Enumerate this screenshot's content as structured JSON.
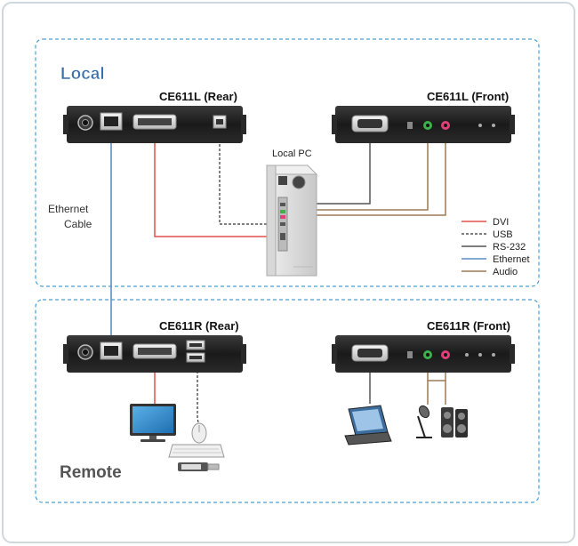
{
  "zones": {
    "local": "Local",
    "remote": "Remote"
  },
  "devices": {
    "local_rear": "CE611L (Rear)",
    "local_front": "CE611L (Front)",
    "remote_rear": "CE611R (Rear)",
    "remote_front": "CE611R (Front)",
    "local_pc": "Local PC"
  },
  "cable_label": {
    "line1": "Ethernet",
    "line2": "Cable"
  },
  "legend": [
    {
      "label": "DVI",
      "color": "#e0504a",
      "style": "solid"
    },
    {
      "label": "USB",
      "color": "#333333",
      "style": "dashed"
    },
    {
      "label": "RS-232",
      "color": "#555555",
      "style": "solid"
    },
    {
      "label": "Ethernet",
      "color": "#5b8fc7",
      "style": "solid"
    },
    {
      "label": "Audio",
      "color": "#9a7b55",
      "style": "solid"
    }
  ],
  "colors": {
    "zone_border": "#4a9fd6",
    "zone_title": "#3a6fa8",
    "device_body": "#1e1e1e",
    "audio_green": "#3cb24a",
    "audio_pink": "#e0407a"
  }
}
